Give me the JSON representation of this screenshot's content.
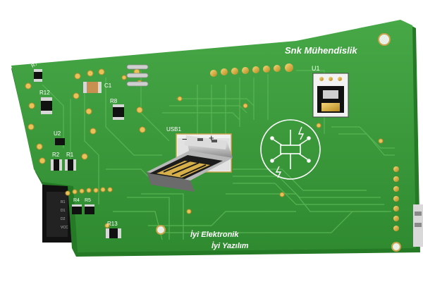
{
  "board": {
    "title": "Snk Mühendislik",
    "slogan_line1": "İyi Elektronik",
    "slogan_line2": "İyi Yazılım",
    "background": "#ffffff",
    "board_color": "#3a9a3a",
    "board_edge_color": "#2c7f2c",
    "trace_color": "#55b34f",
    "silk_color": "#ffffff"
  },
  "components": {
    "r7": "R7",
    "r12": "R12",
    "c1": "C1",
    "r8": "R8",
    "u2": "U2",
    "r2": "R2",
    "r1": "R1",
    "r4": "R4",
    "r5": "R5",
    "r13": "R13",
    "u1": "U1",
    "usb1": "USB1",
    "usb_minus": "−",
    "usb_plus": "+"
  },
  "icons": {
    "logo": "circuit-chip-logo-icon",
    "usb": "usb-connector-icon",
    "regulator": "voltage-regulator-icon"
  }
}
